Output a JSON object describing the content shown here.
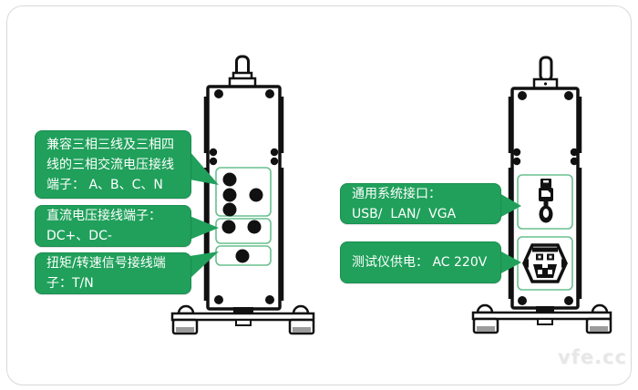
{
  "colors": {
    "callout_green": "#20A05B",
    "callout_border_green": "#1B8F50",
    "panel_outline_green": "#69C08F",
    "device_line_black": "#111111",
    "foot_pad_gray": "#9B9B9B",
    "watermark_gray": "#E7E7E7",
    "card_border_gray": "#D9D9D9"
  },
  "left_device": {
    "callouts": [
      {
        "name": "ac-voltage-terminals",
        "lines": [
          "兼容三相三线及三相四",
          "线的三相交流电压接线",
          "端子： A、B、C、N"
        ]
      },
      {
        "name": "dc-voltage-terminals",
        "lines": [
          "直流电压接线端子：",
          "DC+、DC-"
        ]
      },
      {
        "name": "torque-speed-terminal",
        "lines": [
          "扭矩/转速信号接线端",
          "子：T/N"
        ]
      }
    ],
    "icons": [
      "terminal-post-icon"
    ]
  },
  "right_device": {
    "callouts": [
      {
        "name": "system-interfaces",
        "lines": [
          "通用系统接口：",
          "USB/  LAN/  VGA"
        ]
      },
      {
        "name": "tester-power-supply",
        "lines": [
          "测试仪供电： AC 220V"
        ]
      }
    ],
    "icons": [
      "usb-connector-icon",
      "lan-connector-icon",
      "vga-connector-icon",
      "iec-power-inlet-icon"
    ]
  },
  "watermark": {
    "text": "vfe.cc"
  }
}
